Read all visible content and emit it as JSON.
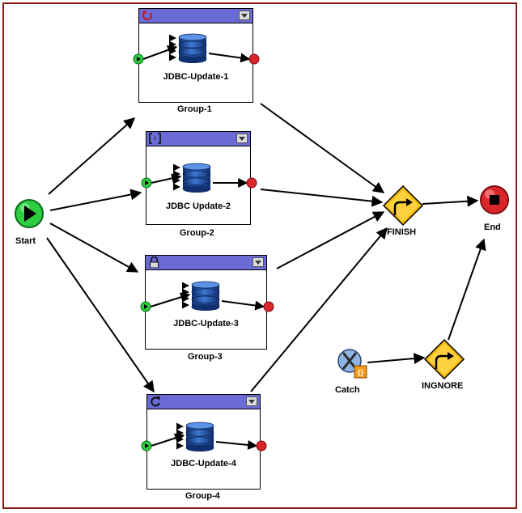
{
  "start": {
    "label": "Start"
  },
  "end": {
    "label": "End"
  },
  "finish": {
    "label": "FINISH"
  },
  "ignore": {
    "label": "INGNORE"
  },
  "catch": {
    "label": "Catch"
  },
  "groups": [
    {
      "name": "Group-1",
      "activity": "JDBC-Update-1",
      "icon": "loop-icon"
    },
    {
      "name": "Group-2",
      "activity": "JDBC Update-2",
      "icon": "bracket-icon"
    },
    {
      "name": "Group-3",
      "activity": "JDBC-Update-3",
      "icon": "lock-icon"
    },
    {
      "name": "Group-4",
      "activity": "JDBC-Update-4",
      "icon": "refresh-icon"
    }
  ],
  "colors": {
    "frame": "#8b1a1a",
    "group_header": "#6b6bd6",
    "start_green": "#2ecc40",
    "end_red": "#d9262b",
    "decision_gold": "#f2b705",
    "database_blue": "#1e4fa3"
  }
}
